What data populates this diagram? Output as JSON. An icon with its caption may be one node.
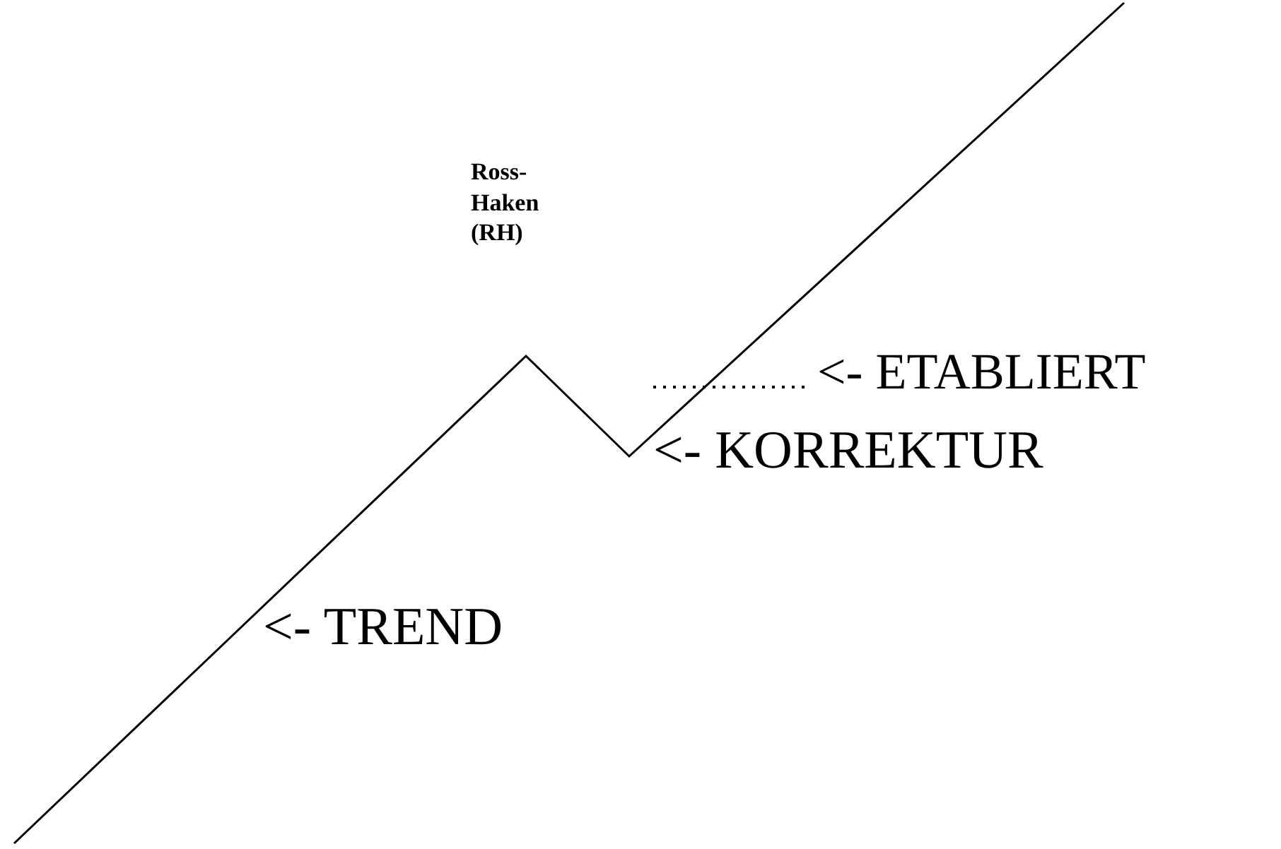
{
  "diagram": {
    "labels": [
      "Ross-Haken (RH)",
      "<- ETABLIERT",
      "<- KORREKTUR",
      "<- TREND"
    ]
  }
}
